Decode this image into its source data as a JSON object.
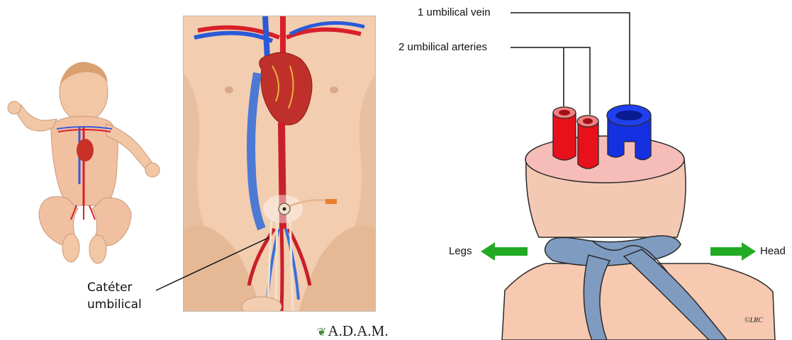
{
  "left_panel": {
    "catheter_label_line1": "Catéter",
    "catheter_label_line2": "umbilical",
    "logo_text": "A.D.A.M.",
    "logo_icon": "leaf-icon"
  },
  "right_panel": {
    "vein_label": "1 umbilical vein",
    "arteries_label": "2 umbilical arteries",
    "legs_label": "Legs",
    "head_label": "Head",
    "signature": "©LRC",
    "colors": {
      "artery": "#e8101a",
      "vein": "#1530e0",
      "arrow": "#22aa22",
      "knot": "#7f9bc0",
      "stump": "#f4c9b3"
    }
  }
}
